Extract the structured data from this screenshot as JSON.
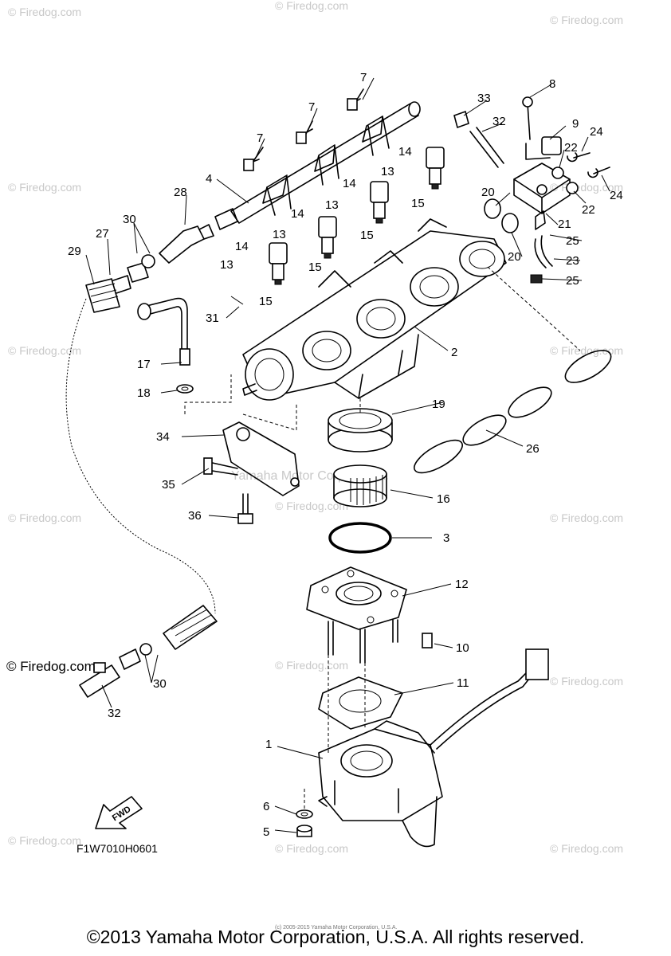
{
  "copyright": "©2013 Yamaha Motor Corporation, U.S.A. All rights reserved.",
  "drawing_code": "F1W7010H0601",
  "fwd_label": "FWD",
  "center_watermark": "Yamaha Motor Corp. U.S.A.",
  "inline_watermark": "© Firedog.com",
  "fine_print": "(c) 2005-2015 Yamaha Motor Corporation, U.S.A.",
  "watermark_text": "© Firedog.com",
  "callouts": {
    "c1": "1",
    "c2": "2",
    "c3": "3",
    "c4": "4",
    "c5": "5",
    "c6": "6",
    "c7a": "7",
    "c7b": "7",
    "c7c": "7",
    "c8": "8",
    "c9": "9",
    "c10": "10",
    "c11": "11",
    "c12": "12",
    "c13a": "13",
    "c13b": "13",
    "c13c": "13",
    "c13d": "13",
    "c14a": "14",
    "c14b": "14",
    "c14c": "14",
    "c14d": "14",
    "c15a": "15",
    "c15b": "15",
    "c15c": "15",
    "c15d": "15",
    "c16": "16",
    "c17": "17",
    "c18": "18",
    "c19": "19",
    "c20a": "20",
    "c20b": "20",
    "c21": "21",
    "c22a": "22",
    "c22b": "22",
    "c23": "23",
    "c24a": "24",
    "c24b": "24",
    "c25a": "25",
    "c25b": "25",
    "c26": "26",
    "c27": "27",
    "c28": "28",
    "c29": "29",
    "c30a": "30",
    "c30b": "30",
    "c31": "31",
    "c32a": "32",
    "c32b": "32",
    "c33": "33",
    "c34": "34",
    "c35": "35",
    "c36": "36"
  }
}
